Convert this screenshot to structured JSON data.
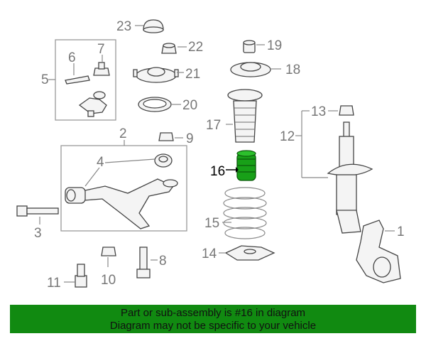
{
  "labels": {
    "p1": "1",
    "p2": "2",
    "p3": "3",
    "p4": "4",
    "p5": "5",
    "p6": "6",
    "p7": "7",
    "p8": "8",
    "p9": "9",
    "p10": "10",
    "p11": "11",
    "p12": "12",
    "p13": "13",
    "p14": "14",
    "p15": "15",
    "p16": "16",
    "p17": "17",
    "p18": "18",
    "p19": "19",
    "p20": "20",
    "p21": "21",
    "p22": "22",
    "p23": "23"
  },
  "highlight_color": "#18a018",
  "banner": {
    "line1": "Part or sub-assembly is #16 in diagram",
    "line2": "Diagram may not be specific to your vehicle",
    "color": "#118a11"
  }
}
